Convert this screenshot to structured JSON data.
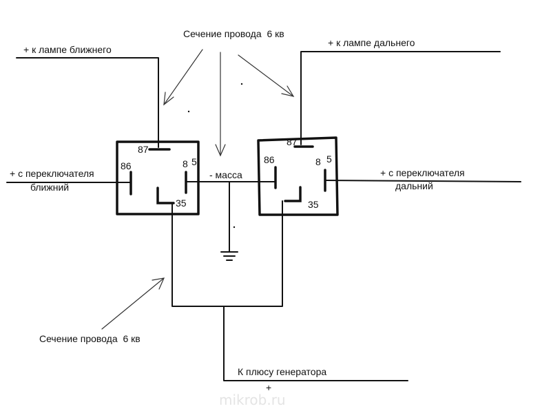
{
  "labels": {
    "wire_section_top": "Сечение провода",
    "wire_section_top_suffix": "6 кв",
    "lamp_low": "+ к лампе ближнего",
    "lamp_high": "+ к лампе дальнего",
    "switch_low_line1": "+ с переключателя",
    "switch_low_line2": "ближний",
    "switch_high_line1": "+ с переключателя",
    "switch_high_line2": "дальний",
    "ground": "- масса",
    "wire_section_bottom": "Сечение провода",
    "wire_section_bottom_suffix": "6 кв",
    "generator": "К плюсу генератора",
    "generator_plus": "+",
    "watermark": "mikrob.ru"
  },
  "relay_left": {
    "pin87": "87",
    "pin86": "86",
    "pin85a": "8",
    "pin85b": "5",
    "pin30": "35"
  },
  "relay_right": {
    "pin87": "87",
    "pin86": "86",
    "pin85a": "8",
    "pin85b": "5",
    "pin30": "35"
  }
}
